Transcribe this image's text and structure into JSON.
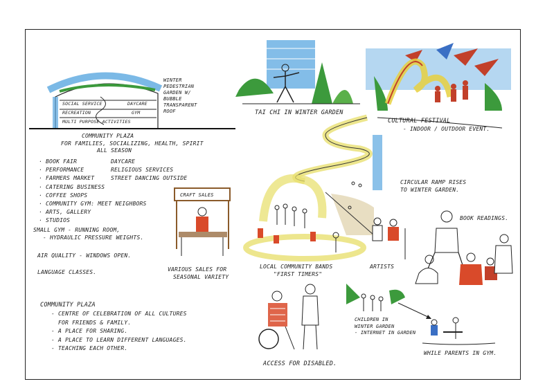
{
  "building_section": {
    "rows": [
      "SOCIAL SERVICE",
      "DAYCARE",
      "RECREATION",
      "GYM",
      "MULTI PURPOSE ACTIVITIES"
    ],
    "note": [
      "WINTER",
      "PEDESTRIAN",
      "GARDEN W/",
      "BUBBLE",
      "TRANSPARENT",
      "ROOF"
    ]
  },
  "plaza_intro": {
    "title": "COMMUNITY PLAZA",
    "lines": [
      "FOR FAMILIES, SOCIALIZING, HEALTH, SPIRIT",
      "ALL SEASON"
    ]
  },
  "activities_left": [
    "· BOOK FAIR",
    "· PERFORMANCE",
    "· FARMERS MARKET",
    "· CATERING BUSINESS",
    "· COFFEE SHOPS",
    "· COMMUNITY GYM: MEET NEIGHBORS",
    "· ARTS, GALLERY",
    "· STUDIOS"
  ],
  "activities_right": [
    "DAYCARE",
    "RELIGIOUS SERVICES",
    "STREET DANCING OUTSIDE"
  ],
  "gym_notes": [
    "SMALL GYM - RUNNING ROOM,",
    "- HYDRAULIC PRESSURE WEIGHTS."
  ],
  "air_quality": "AIR QUALITY - WINDOWS OPEN.",
  "language": "LANGUAGE CLASSES.",
  "plaza_bottom": {
    "title": "COMMUNITY PLAZA",
    "lines": [
      "- CENTRE OF CELEBRATION OF ALL CULTURES",
      "FOR FRIENDS & FAMILY.",
      "- A PLACE FOR SHARING.",
      "- A PLACE TO LEARN DIFFERENT LANGUAGES.",
      "- TEACHING EACH OTHER."
    ]
  },
  "captions": {
    "tai_chi": "TAI CHI IN WINTER GARDEN",
    "festival_title": "CULTURAL FESTIVAL",
    "festival_sub": "- INDOOR / OUTDOOR EVENT.",
    "craft_sign": "CRAFT SALES",
    "craft_note": [
      "VARIOUS SALES FOR",
      "SEASONAL VARIETY"
    ],
    "ramp": [
      "CIRCULAR RAMP RISES",
      "TO WINTER GARDEN."
    ],
    "book_readings": "BOOK READINGS.",
    "bands": [
      "LOCAL COMMUNITY BANDS",
      "\"FIRST TIMERS\""
    ],
    "artists": "ARTISTS",
    "children": [
      "CHILDREN IN",
      "WINTER GARDEN",
      "- INTERNET IN GARDEN"
    ],
    "parents": "WHILE PARENTS IN GYM.",
    "disabled": "ACCESS FOR DISABLED."
  },
  "colors": {
    "sky_blue": "#5aa7e0",
    "plant_green": "#3c9a3c",
    "ramp_yellow": "#e8e070",
    "figure_red": "#d94a2a",
    "flag_red": "#c2402a",
    "flag_blue": "#3a6fc4"
  }
}
